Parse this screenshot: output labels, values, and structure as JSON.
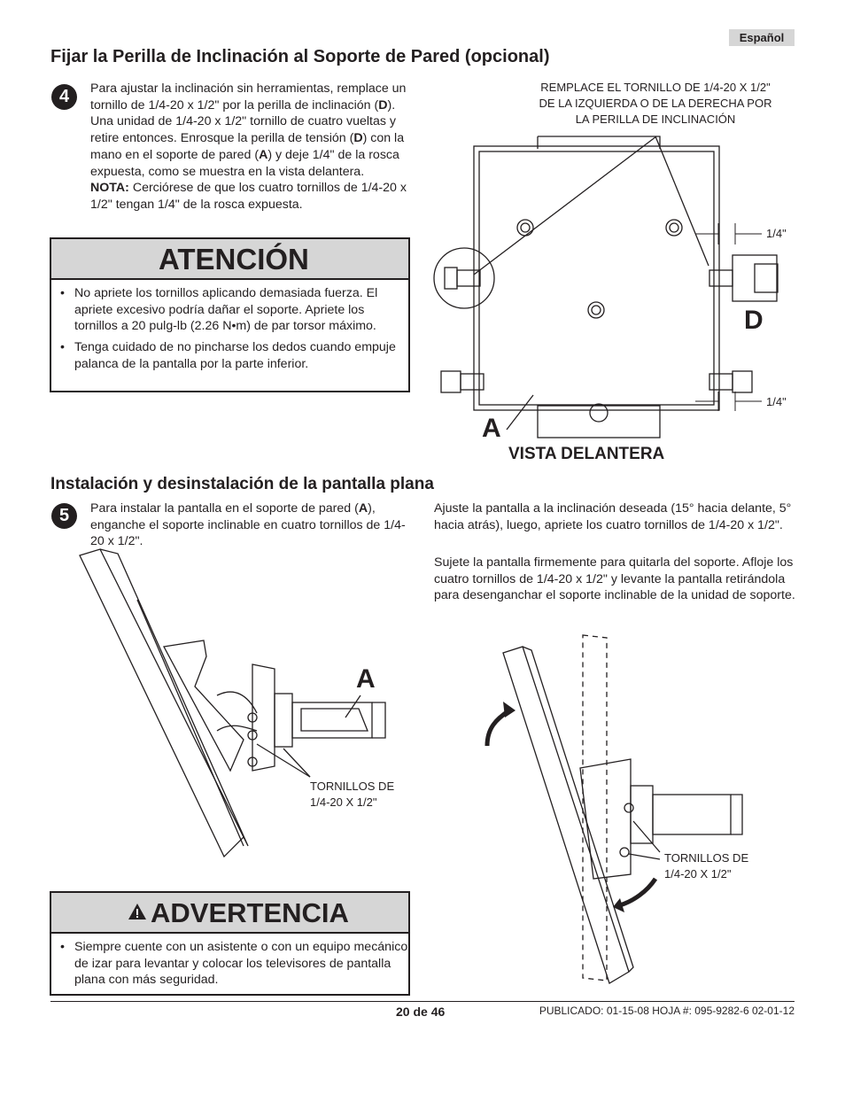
{
  "language_tag": "Español",
  "section1": {
    "title": "Fijar la Perilla de Inclinación al Soporte de Pared (opcional)",
    "step_number": "4",
    "text_p1": "Para ajustar la inclinación sin herramientas, remplace un tornillo de 1/4-20 x 1/2\" por la perilla de inclinación (",
    "letter_d1": "D",
    "text_p2": "). Una unidad de 1/4-20 x 1/2\" tornillo de cuatro vueltas y retire entonces. Enrosque la perilla de tensión (",
    "letter_d2": "D",
    "text_p3": ") con la mano en el soporte de pared (",
    "letter_a": "A",
    "text_p4": ") y deje 1/4\" de la rosca expuesta, como se muestra en la vista delantera.",
    "note_label": "NOTA:",
    "note_text": " Cerciórese de que los cuatro tornillos de 1/4-20 x 1/2\" tengan 1/4\" de la rosca expuesta."
  },
  "atencion": {
    "title": "ATENCIÓN",
    "items": [
      "No apriete los tornillos aplicando demasiada fuerza. El apriete excesivo podría dañar el soporte. Apriete los tornillos a 20 pulg-lb (2.26 N•m) de par torsor máximo.",
      "Tenga cuidado de no pincharse los dedos cuando empuje palanca de la pantalla por la parte inferior."
    ]
  },
  "figure_front": {
    "callout_line1": "REMPLACE EL TORNILLO DE 1/4-20 X 1/2\"",
    "callout_line2": "DE LA IZQUIERDA O DE LA DERECHA POR",
    "callout_line3": "LA PERILLA DE INCLINACIÓN",
    "dim_top": "1/4\"",
    "dim_bottom": "1/4\"",
    "label_d": "D",
    "label_a": "A",
    "caption": "VISTA DELANTERA"
  },
  "section2": {
    "title": "Instalación y desinstalación de la pantalla plana",
    "step_number": "5",
    "text_left_p1": "Para instalar la pantalla en el soporte de pared (",
    "letter_a": "A",
    "text_left_p2": "), enganche el soporte inclinable en cuatro tornillos de 1/4-20 x 1/2\".",
    "text_right_1": "Ajuste la pantalla a la inclinación deseada (15° hacia delante, 5° hacia atrás), luego, apriete los cuatro tornillos de 1/4-20 x 1/2\".",
    "text_right_2": "Sujete la pantalla firmemente para quitarla del soporte. Afloje los cuatro tornillos de 1/4-20 x 1/2\" y levante la pantalla retirándola para desenganchar el soporte inclinable de la unidad de soporte."
  },
  "figure_install": {
    "label_a": "A",
    "screws_line1": "TORNILLOS DE",
    "screws_line2": "1/4-20 X 1/2\""
  },
  "figure_tilt": {
    "screws_line1": "TORNILLOS DE",
    "screws_line2": "1/4-20 X 1/2\""
  },
  "advertencia": {
    "title": "ADVERTENCIA",
    "icon": "warning-triangle-icon",
    "items": [
      "Siempre cuente con un asistente o con un equipo mecánico de izar para levantar y colocar los televisores de pantalla plana con más seguridad."
    ]
  },
  "footer": {
    "page": "20 de 46",
    "published": "PUBLICADO: 01-15-08   HOJA #: 095-9282-6  02-01-12"
  }
}
